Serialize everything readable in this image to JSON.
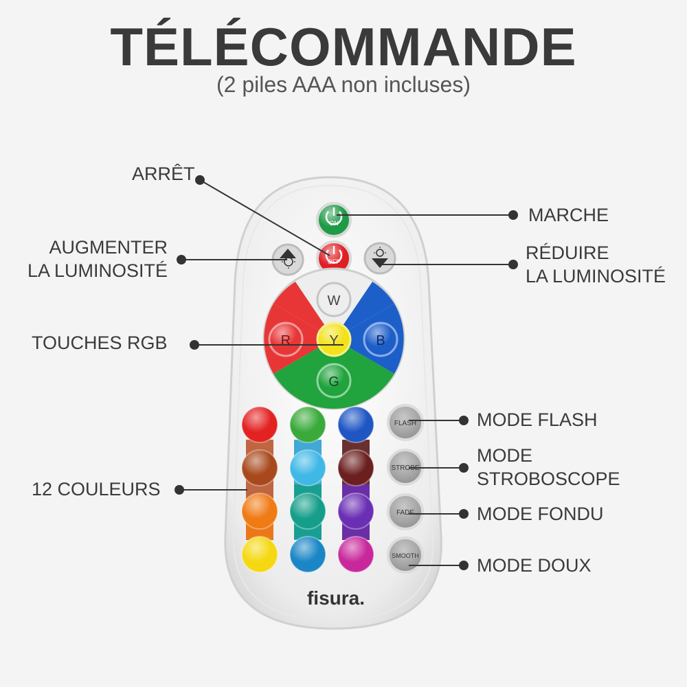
{
  "header": {
    "title": "TÉLÉCOMMANDE",
    "subtitle": "(2 piles AAA non incluses)"
  },
  "remote": {
    "brand": "fisura.",
    "on_label": "ON",
    "off_label": "OFF",
    "rgb_keys": {
      "w": "W",
      "r": "R",
      "y": "Y",
      "b": "B",
      "g": "G"
    },
    "mode_keys": {
      "flash": "FLASH",
      "strobe": "STROBE",
      "fade": "FADE",
      "smooth": "SMOOTH"
    },
    "colors": {
      "row1": [
        "#e32222",
        "#3aaa3a",
        "#1f56c4"
      ],
      "row2": [
        "#a8481c",
        "#3fb8e6",
        "#6b1f1f"
      ],
      "row3": [
        "#f07a14",
        "#159e8a",
        "#6a2fb4"
      ],
      "row4": [
        "#f5d812",
        "#1a86c6",
        "#c8289c"
      ]
    },
    "wheel": {
      "red": "#e83636",
      "blue": "#1d5fc9",
      "green": "#21a33e",
      "yellow": "#f3e21a"
    },
    "icons": [
      "power-icon",
      "brightness-up-icon",
      "brightness-down-icon"
    ]
  },
  "callouts": {
    "arret": "ARRÊT",
    "marche": "MARCHE",
    "augmenter_1": "AUGMENTER",
    "augmenter_2": "LA LUMINOSITÉ",
    "reduire_1": "RÉDUIRE",
    "reduire_2": "LA LUMINOSITÉ",
    "rgb": "TOUCHES RGB",
    "couleurs": "12 COULEURS",
    "flash": "MODE FLASH",
    "strobe_1": "MODE",
    "strobe_2": "STROBOSCOPE",
    "fondu": "MODE FONDU",
    "doux": "MODE DOUX"
  }
}
